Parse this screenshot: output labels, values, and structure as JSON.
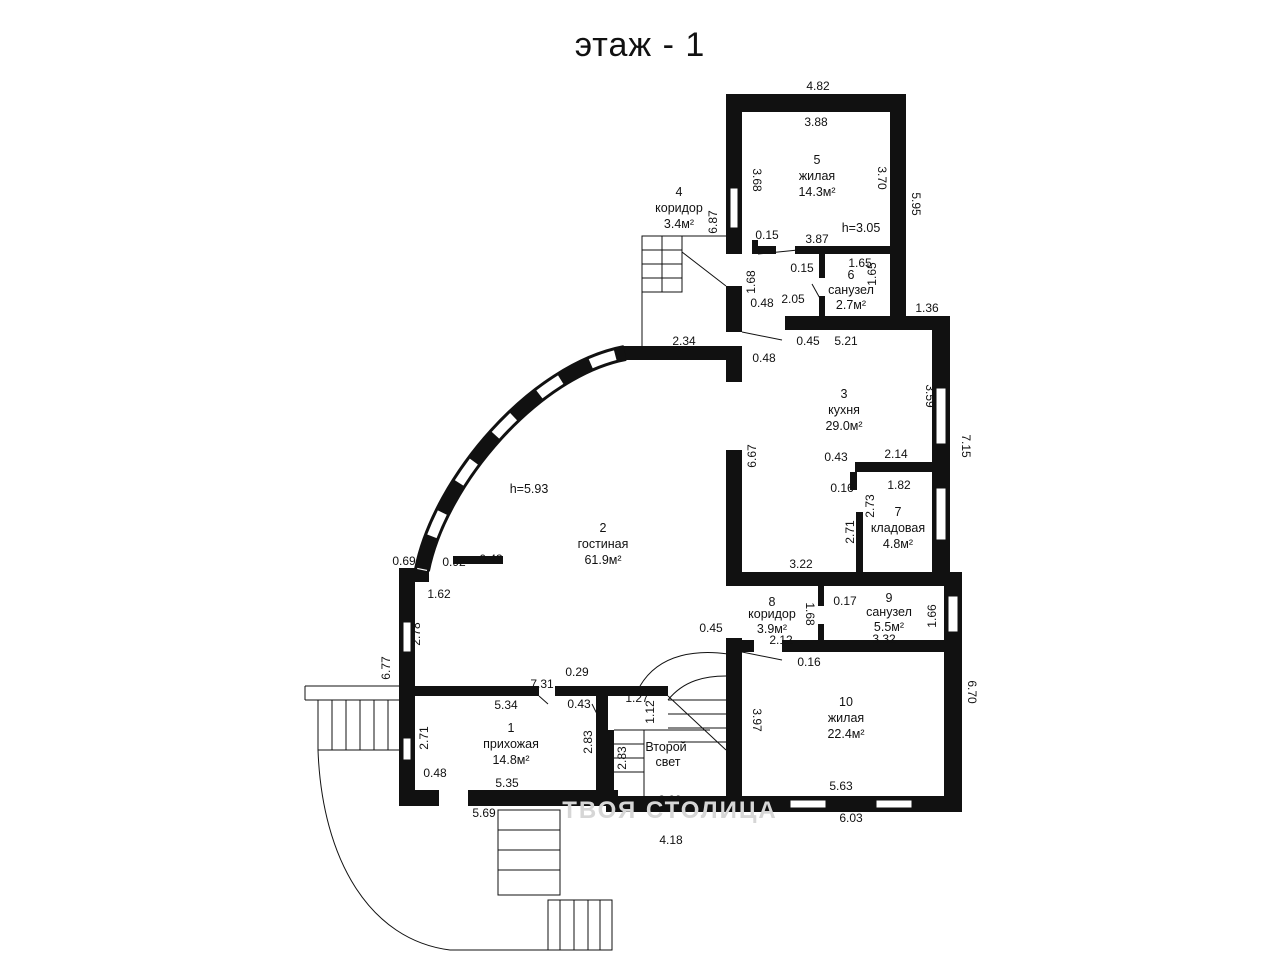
{
  "title": "этаж - 1",
  "rooms": [
    {
      "num": "1",
      "name": "прихожая",
      "area": "14.8м²"
    },
    {
      "num": "2",
      "name": "гостиная",
      "area": "61.9м²"
    },
    {
      "num": "3",
      "name": "кухня",
      "area": "29.0м²"
    },
    {
      "num": "4",
      "name": "коридор",
      "area": "3.4м²"
    },
    {
      "num": "5",
      "name": "жилая",
      "area": "14.3м²"
    },
    {
      "num": "6",
      "name": "санузел",
      "area": "2.7м²"
    },
    {
      "num": "7",
      "name": "кладовая",
      "area": "4.8м²"
    },
    {
      "num": "8",
      "name": "коридор",
      "area": "3.9м²"
    },
    {
      "num": "9",
      "name": "санузел",
      "area": "5.5м²"
    },
    {
      "num": "10",
      "name": "жилая",
      "area": "22.4м²"
    }
  ],
  "second_light": {
    "line1": "Второй",
    "line2": "свет"
  },
  "heights": {
    "room5": "h=3.05",
    "living": "h=5.93"
  },
  "dimensions": {
    "d482": "4.82",
    "d388": "3.88",
    "d368": "3.68",
    "d370": "3.70",
    "d595": "5.95",
    "d687": "6.87",
    "d015a": "0.15",
    "d387": "3.87",
    "d015b": "0.15",
    "d165a": "1.65",
    "d165b": "1.65",
    "d168a": "1.68",
    "d048a": "0.48",
    "d205": "2.05",
    "d136": "1.36",
    "d045a": "0.45",
    "d521": "5.21",
    "d234": "2.34",
    "d048b": "0.48",
    "d359": "3.59",
    "d715": "7.15",
    "d667": "6.67",
    "d043a": "0.43",
    "d214": "2.14",
    "d016a": "0.16",
    "d182": "1.82",
    "d273": "2.73",
    "d271a": "2.71",
    "d322": "3.22",
    "d069": "0.69",
    "d092": "0.92",
    "d043b": "0.43",
    "d162": "1.62",
    "d278": "2.78",
    "d677": "6.77",
    "d168b": "1.68",
    "d017": "0.17",
    "d166": "1.66",
    "d045b": "0.45",
    "d212": "2.12",
    "d332": "3.32",
    "d016b": "0.16",
    "d670": "6.70",
    "d731": "7.31",
    "d029": "0.29",
    "d534": "5.34",
    "d043c": "0.43",
    "d127": "1.27",
    "d112": "1.12",
    "d397": "3.97",
    "d283a": "2.83",
    "d283b": "2.83",
    "d271b": "2.71",
    "d048c": "0.48",
    "d535": "5.35",
    "d309": "3.09",
    "d569": "5.69",
    "d418": "4.18",
    "d563": "5.63",
    "d603": "6.03"
  },
  "watermark": "ТВОЯ СТОЛИЦА"
}
